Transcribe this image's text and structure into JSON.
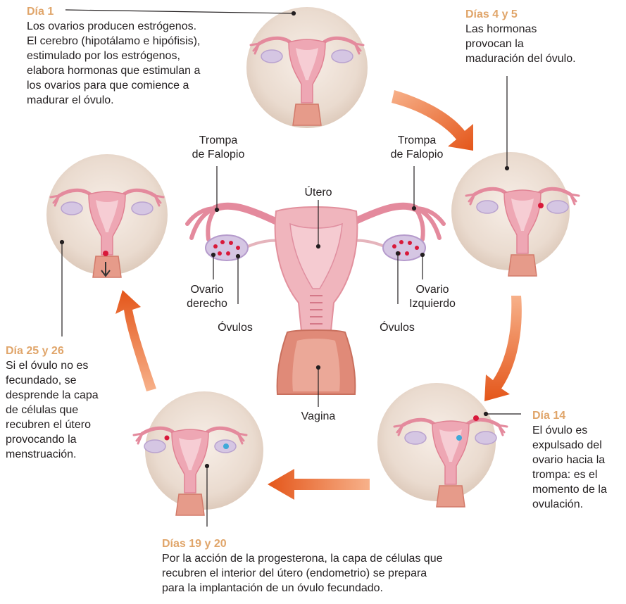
{
  "colors": {
    "title": "#e0a56a",
    "arrow": "#e9661f",
    "circle": "#e9d9cc",
    "organ": "#ea9bab",
    "organ_dark": "#d6536a",
    "ovary": "#d5c6e3",
    "ovum": "#d8193a",
    "ovum_released": "#3fa9d8"
  },
  "stages": {
    "day1": {
      "title": "Día 1",
      "lines": [
        "Los ovarios producen estrógenos.",
        "El cerebro (hipotálamo e hipófisis),",
        "estimulado por los estrógenos,",
        "elabora hormonas que estimulan a",
        "los ovarios para que comience a",
        "madurar el óvulo."
      ]
    },
    "day4_5": {
      "title": "Días 4 y 5",
      "lines": [
        "Las hormonas",
        "provocan la",
        "maduración del óvulo."
      ]
    },
    "day14": {
      "title": "Día 14",
      "lines": [
        "El óvulo es",
        "expulsado del",
        "ovario hacia la",
        "trompa: es el",
        "momento de la",
        "ovulación."
      ]
    },
    "day19_20": {
      "title": "Días 19 y 20",
      "lines": [
        "Por la acción de la progesterona, la capa de células que",
        "recubren el interior del útero (endometrio) se prepara",
        "para la implantación de un óvulo fecundado."
      ]
    },
    "day25_26": {
      "title": "Día 25 y 26",
      "lines": [
        "Si el óvulo no es",
        "fecundado, se",
        "desprende la capa",
        "de células que",
        "recubren el útero",
        "provocando la",
        "menstruación."
      ]
    }
  },
  "anatomy": {
    "trompa_left": [
      "Trompa",
      "de Falopio"
    ],
    "trompa_right": [
      "Trompa",
      "de Falopio"
    ],
    "utero": "Útero",
    "ovario_derecho": [
      "Ovario",
      "derecho"
    ],
    "ovario_izquierdo": [
      "Ovario",
      "Izquierdo"
    ],
    "ovulos_left": "Óvulos",
    "ovulos_right": "Óvulos",
    "vagina": "Vagina"
  }
}
